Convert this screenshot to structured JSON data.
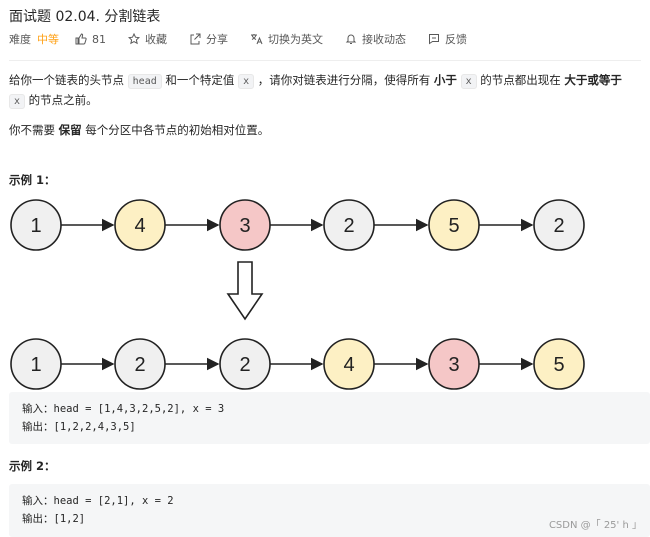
{
  "header": {
    "title": "面试题 02.04. 分割链表",
    "difficulty_label": "难度",
    "difficulty": "中等",
    "likes": "81",
    "favorite": "收藏",
    "share": "分享",
    "switch_lang": "切换为英文",
    "notify": "接收动态",
    "feedback": "反馈"
  },
  "description": {
    "p1_a": "给你一个链表的头节点 ",
    "p1_code1": "head",
    "p1_b": " 和一个特定值 ",
    "p1_code2": "x",
    "p1_c": " ，请你对链表进行分隔，使得所有 ",
    "p1_bold1": "小于",
    "p1_code3": "x",
    "p1_d": " 的节点都出现在 ",
    "p1_bold2": "大于或等于",
    "p1_code4": "x",
    "p1_e": " 的节点之前。",
    "p2_a": "你不需要 ",
    "p2_bold": "保留",
    "p2_b": " 每个分区中各节点的初始相对位置。"
  },
  "example1": {
    "heading": "示例 1：",
    "top_nodes": [
      "1",
      "4",
      "3",
      "2",
      "5",
      "2"
    ],
    "bottom_nodes": [
      "1",
      "2",
      "2",
      "4",
      "3",
      "5"
    ],
    "input": "输入：head = [1,4,3,2,5,2], x = 3",
    "output": "输出：[1,2,2,4,3,5]"
  },
  "example2": {
    "heading": "示例 2：",
    "input": "输入：head = [2,1], x = 2",
    "output": "输出：[1,2]"
  },
  "colors": {
    "node_plain": "#f0f0f0",
    "node_less": "#f0f0f0",
    "node_gte": "#fdf0c4",
    "node_pivot": "#f5c7c7"
  },
  "watermark": "CSDN @「 25' h 」"
}
